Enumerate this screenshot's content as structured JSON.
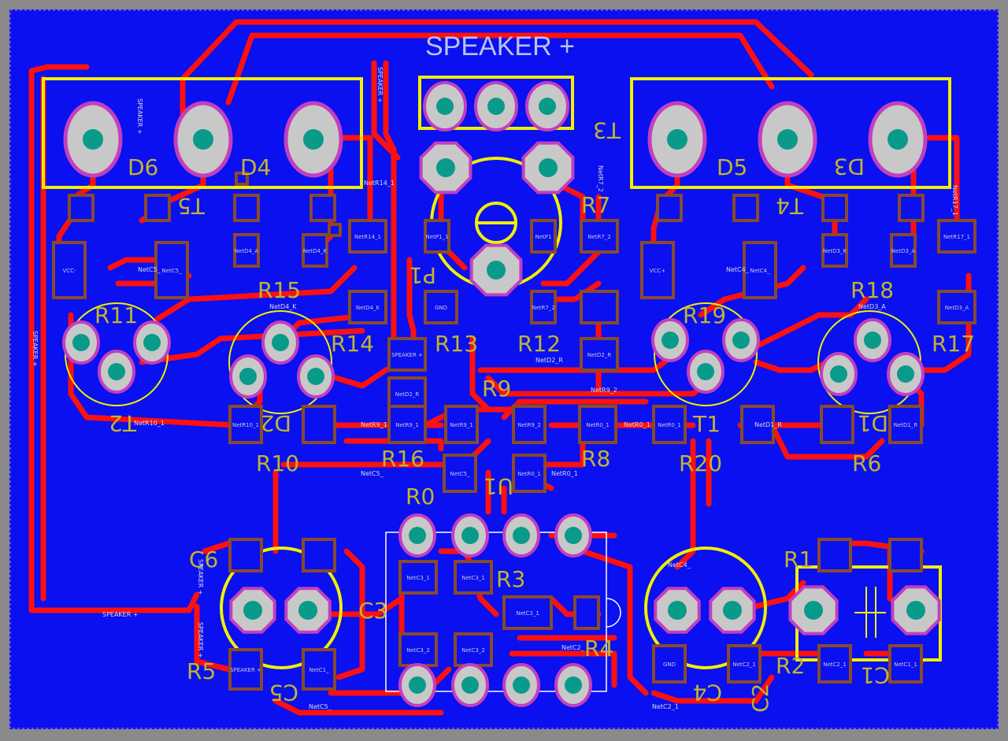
{
  "board": {
    "title": "SPEAKER +",
    "colors": {
      "frame": "#8a8a8a",
      "ground_plane": "#0a10f0",
      "trace": "#ff1010",
      "pad_ring": "#c23fbe",
      "pad_fill": "#c8c8c8",
      "drill": "#0a9a8a",
      "silkscreen": "#f0f000",
      "smd_pad": "#8a4a2a",
      "designator": "#c2b42e"
    }
  },
  "designators": [
    {
      "id": "D6",
      "text": "D6"
    },
    {
      "id": "D4",
      "text": "D4"
    },
    {
      "id": "D5",
      "text": "D5"
    },
    {
      "id": "D3",
      "text": "D3"
    },
    {
      "id": "T3",
      "text": "T3"
    },
    {
      "id": "T5",
      "text": "T5"
    },
    {
      "id": "T4",
      "text": "T4"
    },
    {
      "id": "R7",
      "text": "R7"
    },
    {
      "id": "P1",
      "text": "P1"
    },
    {
      "id": "R15",
      "text": "R15"
    },
    {
      "id": "R18",
      "text": "R18"
    },
    {
      "id": "R11",
      "text": "R11"
    },
    {
      "id": "R19",
      "text": "R19"
    },
    {
      "id": "R14",
      "text": "R14"
    },
    {
      "id": "R13",
      "text": "R13"
    },
    {
      "id": "R12",
      "text": "R12"
    },
    {
      "id": "R17",
      "text": "R17"
    },
    {
      "id": "R9",
      "text": "R9"
    },
    {
      "id": "T2",
      "text": "T2"
    },
    {
      "id": "D2",
      "text": "D2"
    },
    {
      "id": "T1",
      "text": "T1"
    },
    {
      "id": "D1",
      "text": "D1"
    },
    {
      "id": "R10",
      "text": "R10"
    },
    {
      "id": "R16",
      "text": "R16"
    },
    {
      "id": "R8",
      "text": "R8"
    },
    {
      "id": "R20",
      "text": "R20"
    },
    {
      "id": "R6",
      "text": "R6"
    },
    {
      "id": "R0",
      "text": "R0"
    },
    {
      "id": "U1",
      "text": "U1"
    },
    {
      "id": "C6",
      "text": "C6"
    },
    {
      "id": "R3",
      "text": "R3"
    },
    {
      "id": "R1",
      "text": "R1"
    },
    {
      "id": "C3",
      "text": "C3"
    },
    {
      "id": "R4",
      "text": "R4"
    },
    {
      "id": "R5",
      "text": "R5"
    },
    {
      "id": "R2",
      "text": "R2"
    },
    {
      "id": "C5",
      "text": "C5"
    },
    {
      "id": "C4",
      "text": "C4"
    },
    {
      "id": "C1",
      "text": "C1"
    },
    {
      "id": "C2",
      "text": "C2"
    }
  ],
  "net_labels": [
    {
      "text": "SPEAKER +"
    },
    {
      "text": "SPEAKER +"
    },
    {
      "text": "SPEAKER +"
    },
    {
      "text": "SPEAKER +"
    },
    {
      "text": "SPEAKER +"
    },
    {
      "text": "NetD4_K"
    },
    {
      "text": "NetD3_A"
    },
    {
      "text": "NetC5_"
    },
    {
      "text": "NetC4_"
    },
    {
      "text": "NetR14_1"
    },
    {
      "text": "NetR17_1"
    },
    {
      "text": "NetR7_2"
    },
    {
      "text": "NetD2_R"
    },
    {
      "text": "NetR9_2"
    },
    {
      "text": "NetR10_1"
    },
    {
      "text": "NetR9_1"
    },
    {
      "text": "NetR0_1"
    },
    {
      "text": "NetD1_R"
    },
    {
      "text": "NetC5_"
    },
    {
      "text": "NetR0_1"
    },
    {
      "text": "NetC4_"
    },
    {
      "text": "NetC2_"
    },
    {
      "text": "NetC2_1"
    },
    {
      "text": "NetC5_"
    },
    {
      "text": "SPEAKER +"
    }
  ],
  "pad_labels": [
    {
      "text": "VCC-"
    },
    {
      "text": "VCC+"
    },
    {
      "text": "NetC5_"
    },
    {
      "text": "NetD4_A"
    },
    {
      "text": "NetD4_K"
    },
    {
      "text": "NetR14_1"
    },
    {
      "text": "NetD4_K"
    },
    {
      "text": "NetP1_1"
    },
    {
      "text": "GND"
    },
    {
      "text": "NetP1"
    },
    {
      "text": "NetR7_2"
    },
    {
      "text": "NetR7_2"
    },
    {
      "text": "NetD2_R"
    },
    {
      "text": "NetC4_"
    },
    {
      "text": "NetD3_K"
    },
    {
      "text": "NetD3_A"
    },
    {
      "text": "NetR17_1"
    },
    {
      "text": "NetD3_A"
    },
    {
      "text": "SPEAKER +"
    },
    {
      "text": "NetD2_R"
    },
    {
      "text": "NetR10_1"
    },
    {
      "text": "NetR9_1"
    },
    {
      "text": "NetR9_1"
    },
    {
      "text": "NetR9_2"
    },
    {
      "text": "NetR0_1"
    },
    {
      "text": "NetR0_1"
    },
    {
      "text": "NetD1_R"
    },
    {
      "text": "NetC5_"
    },
    {
      "text": "NetR0_1"
    },
    {
      "text": "NetC3_1"
    },
    {
      "text": "NetC3_1"
    },
    {
      "text": "NetC3_2"
    },
    {
      "text": "NetC3_2"
    },
    {
      "text": "NetC3_1"
    },
    {
      "text": "SPEAKER +"
    },
    {
      "text": "NetC1_"
    },
    {
      "text": "GND"
    },
    {
      "text": "NetC2_1"
    },
    {
      "text": "NetC2_1"
    },
    {
      "text": "NetC1_1"
    },
    {
      "text": "GND"
    },
    {
      "text": "NetC5_"
    },
    {
      "text": "NetC4_"
    },
    {
      "text": "NetC2_1"
    }
  ]
}
